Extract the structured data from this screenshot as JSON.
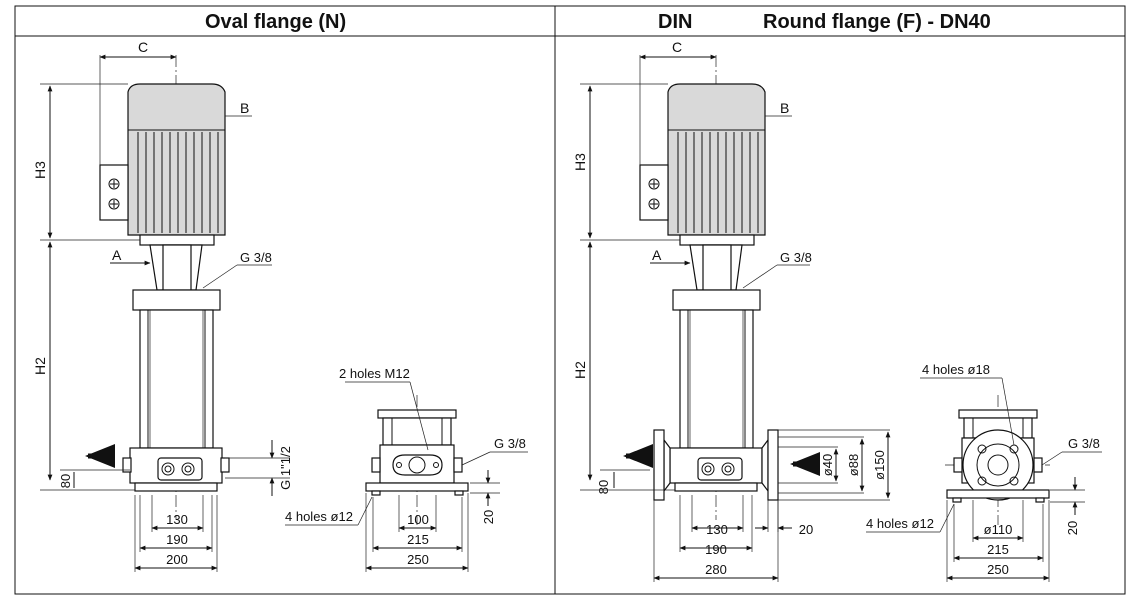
{
  "panels": {
    "left": {
      "title": "Oval flange (N)",
      "labels": {
        "c": "C",
        "b": "B",
        "h3": "H3",
        "a": "A",
        "g38_top": "G 3/8",
        "h2": "H2",
        "outlet_thread": "G 1\"1/2",
        "h80": "80",
        "w130": "130",
        "w190": "190",
        "w200": "200",
        "holes_m12": "2 holes M12",
        "g38_side": "G 3/8",
        "holes12": "4 holes ø12",
        "w100": "100",
        "w215": "215",
        "w250": "250",
        "h20": "20"
      }
    },
    "right": {
      "title_din": "DIN",
      "title": "Round flange (F) - DN40",
      "labels": {
        "c": "C",
        "b": "B",
        "h3": "H3",
        "a": "A",
        "g38_top": "G 3/8",
        "h2": "H2",
        "h80": "80",
        "d40": "ø40",
        "d88": "ø88",
        "d150": "ø150",
        "w130": "130",
        "w20": "20",
        "w190": "190",
        "w280": "280",
        "holes18": "4 holes ø18",
        "g38_side": "G 3/8",
        "holes12": "4 holes ø12",
        "d110": "ø110",
        "w215": "215",
        "w250": "250",
        "h20": "20"
      }
    }
  },
  "colors": {
    "line": "#111111",
    "motor_fill": "#d9d9d9",
    "arrow": "#111111"
  }
}
